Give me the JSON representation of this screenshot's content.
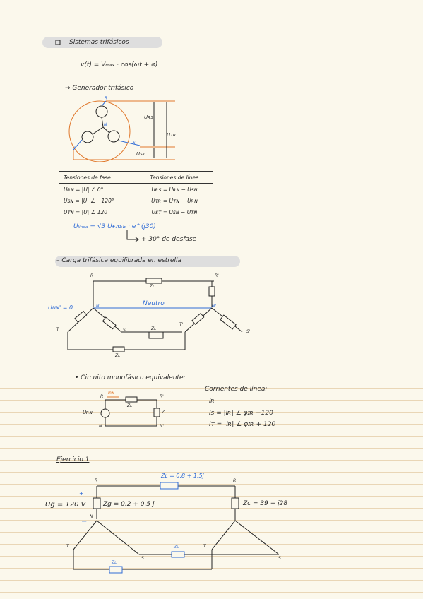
{
  "page": {
    "section1_title": "Sistemas trifásicos",
    "formula_v": "v(t) = Vₘₐₓ · cos(ωt + φ)",
    "generator_heading": "→ Generador trifásico",
    "gen_labels": {
      "R": "R",
      "N": "N",
      "S": "S",
      "T": "T",
      "u_rs": "Uʀs",
      "u_tr": "Uᴛʀ",
      "u_st": "Usᴛ"
    },
    "table": {
      "head_left": "Tensiones de fase:",
      "head_right": "Tensiones de línea",
      "rows": [
        {
          "left": "Uʀɴ = |U| ∠ 0°",
          "right": "Uʀs = Uʀɴ − Usɴ"
        },
        {
          "left": "Usɴ = |U| ∠ −120°",
          "right": "Uᴛʀ = Uᴛɴ − Uʀɴ"
        },
        {
          "left": "Uᴛɴ = |U| ∠ 120",
          "right": "Usᴛ = Usɴ − Uᴛɴ"
        }
      ]
    },
    "line_formula": "Uₗᵢₙₑₐ = √3 Uғᴀsᴇ · e^(j30)",
    "phase_shift": "+ 30° de desfase",
    "section2_title": "– Carga trifásica equilibrada en estrella",
    "star": {
      "R": "R",
      "Rp": "R'",
      "N": "N",
      "Np": "N'",
      "T": "T",
      "Tp": "T'",
      "S": "S",
      "Sp": "S'",
      "neutro": "Neutro",
      "u_nn": "Uɴɴ' = 0",
      "zl_top": "Zʟ",
      "zl_mid": "Zʟ",
      "zl_bottom": "Zʟ"
    },
    "mono_heading": "• Circuito monofásico equivalente:",
    "mono": {
      "i_rn": "Iʀɴ",
      "zl": "Zʟ",
      "u_rn": "Uʀɴ",
      "R": "R",
      "Rp": "R'",
      "N": "N",
      "Np": "N'",
      "Z": "Z"
    },
    "currents": {
      "title": "Corrientes de línea:",
      "l1": "Iʀ",
      "l2": "Is = |Iʀ| ∠ φɪʀ −120",
      "l3": "Iᴛ = |Iʀ| ∠ φɪʀ + 120"
    },
    "exercise": {
      "title": "Ejercicio 1",
      "zl": "Zʟ = 0,8 + 1,5j",
      "ug": "Ug = 120 V",
      "zg": "Zg = 0,2 + 0,5 j",
      "zc": "Zc = 39 + j28",
      "plus": "+",
      "minus": "−",
      "R1": "R",
      "R2": "R",
      "N": "N",
      "T1": "T",
      "T2": "T",
      "S1": "S",
      "S2": "S",
      "zl_mid": "Zʟ",
      "zl_bottom": "Zʟ"
    }
  },
  "colors": {
    "ink": "#222222",
    "blue": "#2f6bd6",
    "orange": "#e0782c",
    "margin": "#e07a7a",
    "rule": "#e9d6b6",
    "highlight": "#dedede"
  },
  "icons": {
    "bullet": "checkbox-square-icon",
    "source": "ac-source-icon",
    "arrow": "hook-arrow-icon"
  }
}
